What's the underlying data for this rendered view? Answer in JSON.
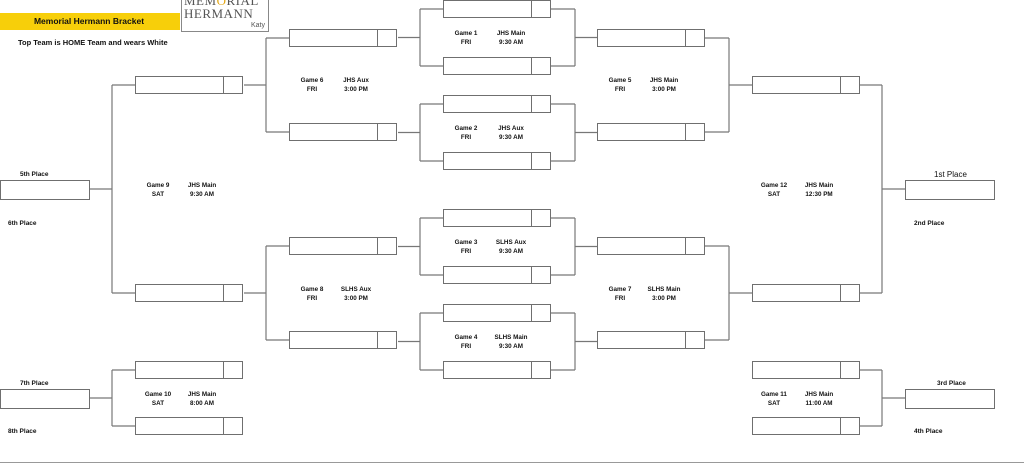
{
  "header": {
    "title": "Memorial Hermann Bracket",
    "subtitle": "Top Team is HOME Team and wears White",
    "logo": {
      "line1": "MEMORIAL",
      "line2": "HERMANN",
      "line3": "Katy",
      "accent_color": "#e4a613"
    },
    "title_bar_color": "#f7cf0a"
  },
  "games": [
    {
      "game": "Game 1",
      "day": "FRI",
      "venue": "JHS Main",
      "time": "9:30 AM"
    },
    {
      "game": "Game 2",
      "day": "FRI",
      "venue": "JHS Aux",
      "time": "9:30 AM"
    },
    {
      "game": "Game 3",
      "day": "FRI",
      "venue": "SLHS Aux",
      "time": "9:30 AM"
    },
    {
      "game": "Game 4",
      "day": "FRI",
      "venue": "SLHS Main",
      "time": "9:30 AM"
    },
    {
      "game": "Game 5",
      "day": "FRI",
      "venue": "JHS Main",
      "time": "3:00 PM"
    },
    {
      "game": "Game 6",
      "day": "FRI",
      "venue": "JHS Aux",
      "time": "3:00 PM"
    },
    {
      "game": "Game 7",
      "day": "FRI",
      "venue": "SLHS Main",
      "time": "3:00 PM"
    },
    {
      "game": "Game 8",
      "day": "FRI",
      "venue": "SLHS Aux",
      "time": "3:00 PM"
    },
    {
      "game": "Game 9",
      "day": "SAT",
      "venue": "JHS Main",
      "time": "9:30 AM"
    },
    {
      "game": "Game 10",
      "day": "SAT",
      "venue": "JHS Main",
      "time": "8:00 AM"
    },
    {
      "game": "Game 11",
      "day": "SAT",
      "venue": "JHS Main",
      "time": "11:00 AM"
    },
    {
      "game": "Game 12",
      "day": "SAT",
      "venue": "JHS Main",
      "time": "12:30 PM"
    }
  ],
  "places": {
    "first": "1st Place",
    "second": "2nd Place",
    "third": "3rd Place",
    "fourth": "4th Place",
    "fifth": "5th Place",
    "sixth": "6th Place",
    "seventh": "7th Place",
    "eighth": "8th Place"
  }
}
